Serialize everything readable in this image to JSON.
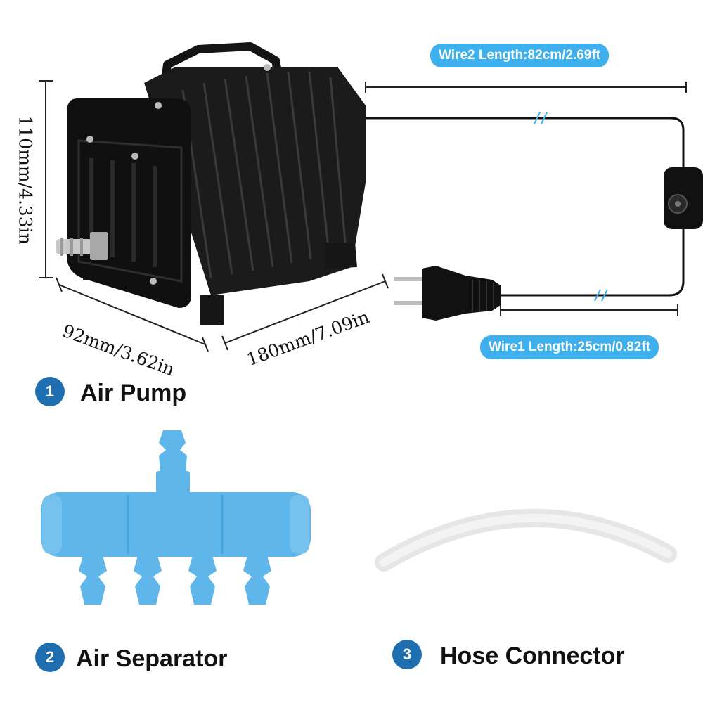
{
  "dimensions": {
    "height": "110mm/4.33in",
    "width": "92mm/3.62in",
    "length": "180mm/7.09in"
  },
  "wires": {
    "wire2": "Wire2 Length:82cm/2.69ft",
    "wire1": "Wire1 Length:25cm/0.82ft"
  },
  "items": [
    {
      "number": "1",
      "label": "Air Pump"
    },
    {
      "number": "2",
      "label": "Air Separator"
    },
    {
      "number": "3",
      "label": "Hose Connector"
    }
  ],
  "colors": {
    "badge": "#3fb0ee",
    "number_circle": "#1f6fb0",
    "separator": "#5fb6ea",
    "pump": "#141414"
  }
}
